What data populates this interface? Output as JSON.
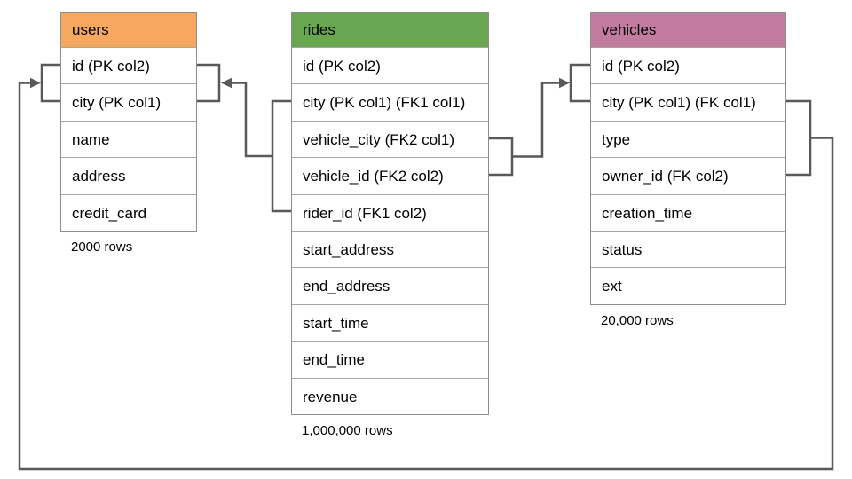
{
  "tables": [
    {
      "name": "users",
      "header_color": "#F6A860",
      "columns": [
        "id (PK col2)",
        "city (PK col1)",
        "name",
        "address",
        "credit_card"
      ],
      "row_count": "2000 rows"
    },
    {
      "name": "rides",
      "header_color": "#68A74F",
      "columns": [
        "id (PK col2)",
        "city (PK col1) (FK1 col1)",
        "vehicle_city (FK2 col1)",
        "vehicle_id (FK2 col2)",
        "rider_id (FK1 col2)",
        "start_address",
        "end_address",
        "start_time",
        "end_time",
        "revenue"
      ],
      "row_count": "1,000,000 rows"
    },
    {
      "name": "vehicles",
      "header_color": "#C17CA0",
      "columns": [
        "id (PK col2)",
        "city (PK col1) (FK col1)",
        "type",
        "owner_id (FK col2)",
        "creation_time",
        "status",
        "ext"
      ],
      "row_count": "20,000 rows"
    }
  ],
  "relationships": [
    {
      "name": "FK1",
      "from": "rides (city, rider_id)",
      "to": "users (id, city)"
    },
    {
      "name": "FK2",
      "from": "rides (vehicle_city, vehicle_id)",
      "to": "vehicles (id, city)"
    },
    {
      "name": "FK",
      "from": "vehicles (city, owner_id)",
      "to": "users (id, city)"
    }
  ],
  "colors": {
    "connector": "#595959",
    "border": "#8d8d8d"
  }
}
